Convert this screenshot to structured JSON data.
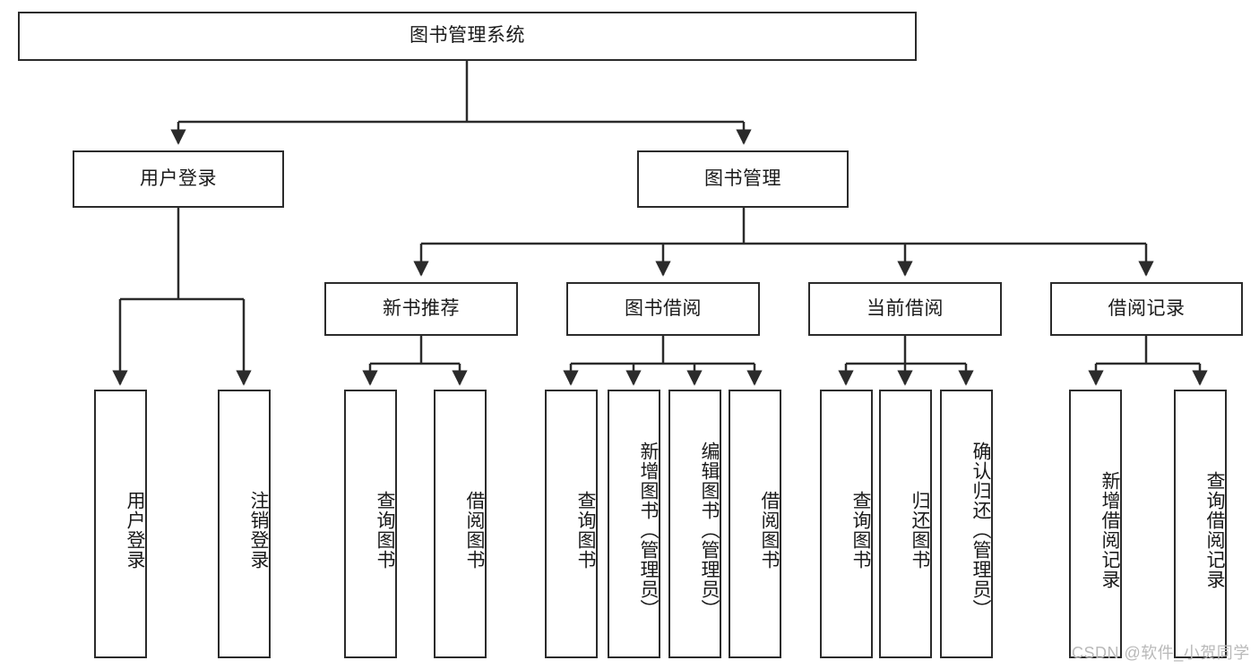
{
  "diagram": {
    "title_node": {
      "label": "图书管理系统"
    },
    "level2": [
      {
        "id": "user-login",
        "label": "用户登录"
      },
      {
        "id": "book-management",
        "label": "图书管理"
      }
    ],
    "level3": [
      {
        "id": "new-book-recommend",
        "label": "新书推荐"
      },
      {
        "id": "book-borrow",
        "label": "图书借阅"
      },
      {
        "id": "current-borrow",
        "label": "当前借阅"
      },
      {
        "id": "borrow-record",
        "label": "借阅记录"
      }
    ],
    "leaves": [
      {
        "id": "leaf-user-login",
        "label": "用户登录"
      },
      {
        "id": "leaf-logout-login",
        "label": "注销登录"
      },
      {
        "id": "leaf-query-book-1",
        "label": "查询图书"
      },
      {
        "id": "leaf-borrow-book-1",
        "label": "借阅图书"
      },
      {
        "id": "leaf-query-book-2",
        "label": "查询图书"
      },
      {
        "id": "leaf-add-book-admin",
        "label": "新增图书（管理员）"
      },
      {
        "id": "leaf-edit-book-admin",
        "label": "编辑图书（管理员）"
      },
      {
        "id": "leaf-borrow-book-2",
        "label": "借阅图书"
      },
      {
        "id": "leaf-query-book-3",
        "label": "查询图书"
      },
      {
        "id": "leaf-return-book",
        "label": "归还图书"
      },
      {
        "id": "leaf-confirm-return-admin",
        "label": "确认归还（管理员）"
      },
      {
        "id": "leaf-add-borrow-record",
        "label": "新增借阅记录"
      },
      {
        "id": "leaf-query-borrow-record",
        "label": "查询借阅记录"
      }
    ],
    "watermark": {
      "text": "CSDN @软件_小贺同学"
    },
    "colors": {
      "stroke": "#2b2b2b",
      "fill": "#ffffff",
      "text": "#1a1a1a",
      "watermark": "#b9b9b9"
    }
  }
}
